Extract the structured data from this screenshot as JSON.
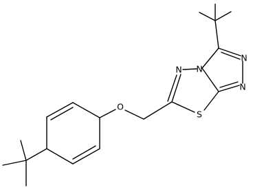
{
  "diagram": {
    "type": "chemical-structure",
    "background_color": "#ffffff",
    "bond_color": "#000000",
    "atom_labels": {
      "oxygen": "O",
      "sulfur": "S",
      "nitrogen_ring_junction": "N",
      "nitrogen_thiadiazole": "N",
      "nitrogen_triazole_upper": "N",
      "nitrogen_triazole_lower": "N"
    }
  }
}
